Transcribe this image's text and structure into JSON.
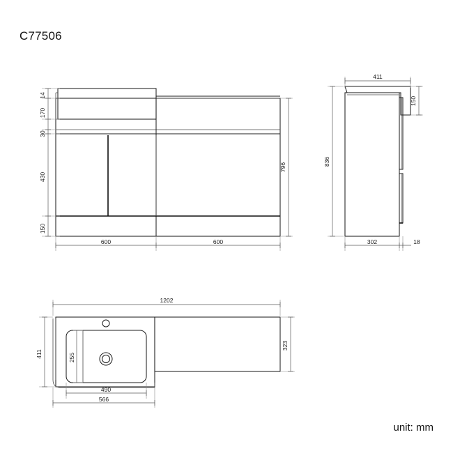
{
  "document": {
    "title": "C77506",
    "unit_note": "unit: mm",
    "background_color": "#ffffff",
    "line_color": "#1f1f1f",
    "text_color": "#1a1a1a"
  },
  "views": {
    "front": {
      "name": "front-elevation",
      "dimensions": {
        "basin_rim_thickness": "14",
        "basin_height": "170",
        "counter_thickness": "30",
        "door_height": "430",
        "plinth_height": "150",
        "total_height": "796",
        "left_module_width": "600",
        "right_module_width": "600"
      }
    },
    "side": {
      "name": "side-elevation",
      "dimensions": {
        "top_depth": "411",
        "top_height": "150",
        "total_height": "836",
        "cabinet_depth": "302",
        "door_thickness": "18"
      }
    },
    "plan": {
      "name": "plan-view",
      "dimensions": {
        "total_width": "1202",
        "basin_section_depth": "411",
        "basin_inner_depth": "255",
        "basin_inner_width": "490",
        "basin_outer_width": "566",
        "right_section_depth": "323"
      }
    }
  },
  "dimension_labels": {
    "d14": "14",
    "d170": "170",
    "d30": "30",
    "d430": "430",
    "d150_front": "150",
    "d796": "796",
    "d600_left": "600",
    "d600_right": "600",
    "d411_side": "411",
    "d150_side": "150",
    "d836": "836",
    "d302": "302",
    "d18": "18",
    "d1202": "1202",
    "d411_plan": "411",
    "d255": "255",
    "d490": "490",
    "d566": "566",
    "d323": "323"
  }
}
